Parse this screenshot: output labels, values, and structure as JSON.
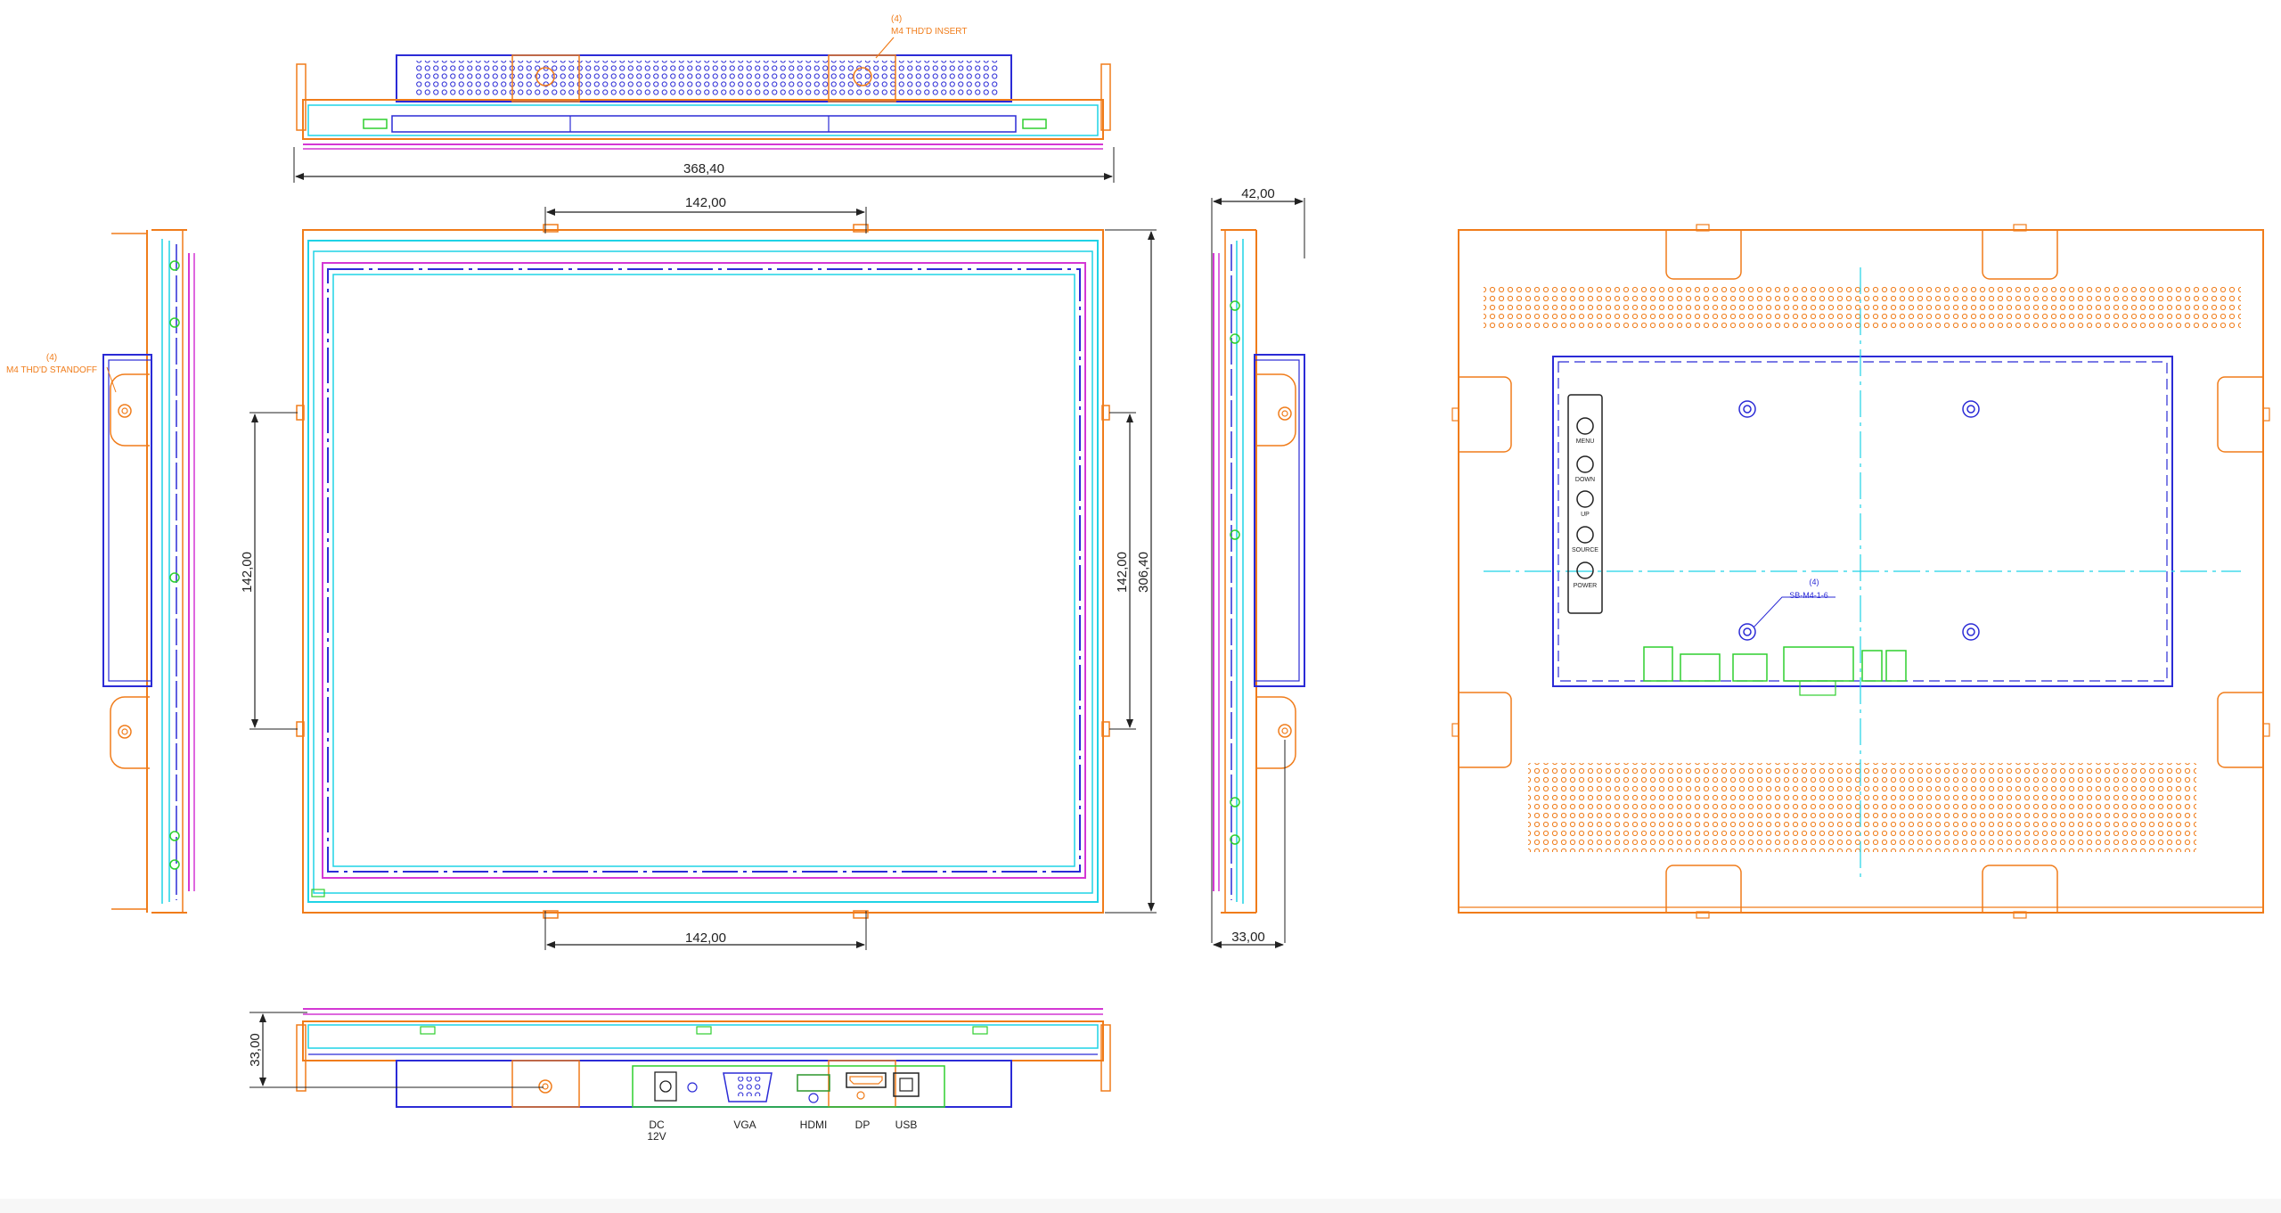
{
  "colors": {
    "frame": "#f07c1a",
    "blue": "#2b2bd6",
    "cyan": "#1fd3e6",
    "magenta": "#d437d4",
    "green": "#2fcf2f",
    "dim": "#222222"
  },
  "dimensions": {
    "width_total": "368,40",
    "width_mount_top": "142,00",
    "width_mount_bottom": "142,00",
    "height_mount_left": "142,00",
    "height_mount_right": "142,00",
    "height_total": "306,40",
    "depth_total": "42,00",
    "depth_side": "33,00",
    "depth_bottom": "33,00"
  },
  "notes": {
    "insert_qty": "(4)",
    "insert_spec": "M4 THD'D INSERT",
    "standoff_qty": "(4)",
    "standoff_spec": "M4 THD'D STANDOFF",
    "screw_qty": "(4)",
    "screw_spec": "SB-M4-1-6"
  },
  "osd_buttons": [
    "MENU",
    "DOWN",
    "UP",
    "SOURCE",
    "POWER"
  ],
  "ports": [
    {
      "label": "DC",
      "sub": "12V"
    },
    {
      "label": "VGA",
      "sub": ""
    },
    {
      "label": "HDMI",
      "sub": ""
    },
    {
      "label": "DP",
      "sub": ""
    },
    {
      "label": "USB",
      "sub": ""
    }
  ]
}
